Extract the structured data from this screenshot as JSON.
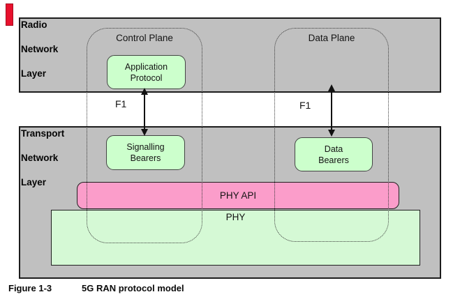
{
  "figure": {
    "caption": {
      "number": "Figure 1-3",
      "title": "5G RAN protocol model"
    },
    "layers": {
      "radio": {
        "lines": [
          "Radio",
          "Network",
          "Layer"
        ]
      },
      "transport": {
        "lines": [
          "Transport",
          "Network",
          "Layer"
        ]
      }
    },
    "planes": {
      "control": {
        "label": "Control Plane"
      },
      "data": {
        "label": "Data Plane"
      }
    },
    "boxes": {
      "application_protocol": {
        "line1": "Application",
        "line2": "Protocol"
      },
      "signalling_bearers": {
        "line1": "Signalling",
        "line2": "Bearers"
      },
      "data_bearers": {
        "line1": "Data",
        "line2": "Bearers"
      },
      "phy_api": {
        "label": "PHY API"
      },
      "phy": {
        "label": "PHY"
      }
    },
    "interfaces": {
      "f1_left": "F1",
      "f1_right": "F1"
    },
    "colors": {
      "layer_fill": "#c0c0c0",
      "box_green": "#ccffcc",
      "phy_fill": "#d5f9d5",
      "phy_api_pink": "#fb9dca",
      "revision_red": "#e8112d"
    }
  }
}
